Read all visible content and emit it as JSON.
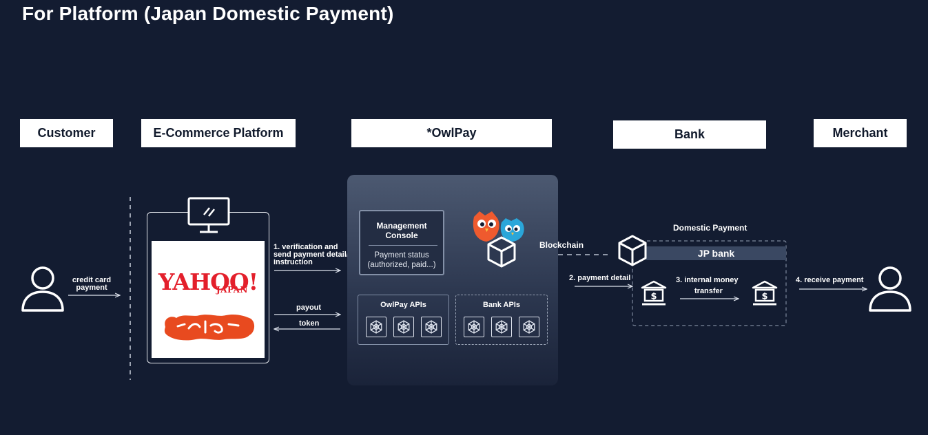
{
  "title": "For Platform (Japan Domestic Payment)",
  "lanes": {
    "customer": "Customer",
    "ecommerce": "E-Commerce Platform",
    "owlpay": "*OwlPay",
    "bank": "Bank",
    "merchant": "Merchant"
  },
  "logos": {
    "yahoo": "YAHOO!",
    "japan": "JAPAN"
  },
  "labels": {
    "credit_card": "credit card",
    "credit_card_2": "payment",
    "step1_a": "1. verification and",
    "step1_b": "send payment detail/",
    "step1_c": "instruction",
    "payout": "payout",
    "token": "token",
    "mgmt_title_a": "Management",
    "mgmt_title_b": "Console",
    "mgmt_status_a": "Payment status",
    "mgmt_status_b": "(authorized, paid...)",
    "owlpay_apis": "OwlPay APIs",
    "bank_apis": "Bank APIs",
    "blockchain": "Blockchain",
    "domestic_payment": "Domestic Payment",
    "jp_bank": "JP bank",
    "step2": "2. payment detail",
    "step3_a": "3. internal money",
    "step3_b": "transfer",
    "step4": "4. receive payment"
  },
  "colors": {
    "background": "#131c31",
    "panel_top": "#4c5971",
    "yahoo_red": "#e31f2b",
    "owl_orange": "#ef5a2e",
    "owl_blue": "#2aa6d9"
  }
}
